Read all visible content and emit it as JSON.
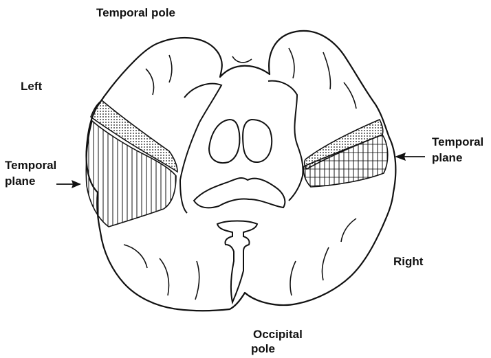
{
  "labels": {
    "temporal_pole": "Temporal pole",
    "left": "Left",
    "temporal_plane_left_line1": "Temporal",
    "temporal_plane_left_line2": "plane",
    "temporal_plane_right_line1": "Temporal",
    "temporal_plane_right_line2": "plane",
    "right": "Right",
    "occipital_pole_line1": "Occipital",
    "occipital_pole_line2": "pole"
  },
  "colors": {
    "ink": "#111111",
    "background": "#ffffff"
  }
}
